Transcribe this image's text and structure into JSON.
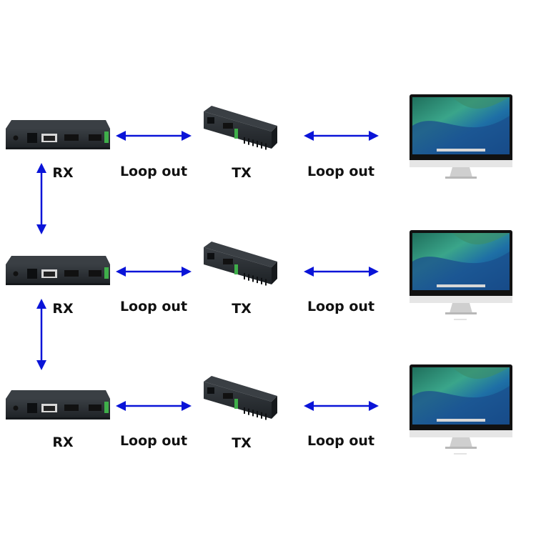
{
  "colors": {
    "arrow": "#0a14d8",
    "device_body": "#2b2f33",
    "device_top": "#3a3f44",
    "device_shadow": "#16191c",
    "monitor_frame": "#111111",
    "monitor_bezel": "#e6e6e6",
    "monitor_stand": "#cfcfcf"
  },
  "icons": {
    "receiver": "receiver-box-icon",
    "transmitter": "transmitter-box-icon",
    "display": "monitor-icon"
  },
  "rows": [
    {
      "rx_label": "RX",
      "loop_left": "Loop out",
      "tx_label": "TX",
      "loop_right": "Loop out"
    },
    {
      "rx_label": "RX",
      "loop_left": "Loop out",
      "tx_label": "TX",
      "loop_right": "Loop out"
    },
    {
      "rx_label": "RX",
      "loop_left": "Loop out",
      "tx_label": "TX",
      "loop_right": "Loop out"
    }
  ]
}
